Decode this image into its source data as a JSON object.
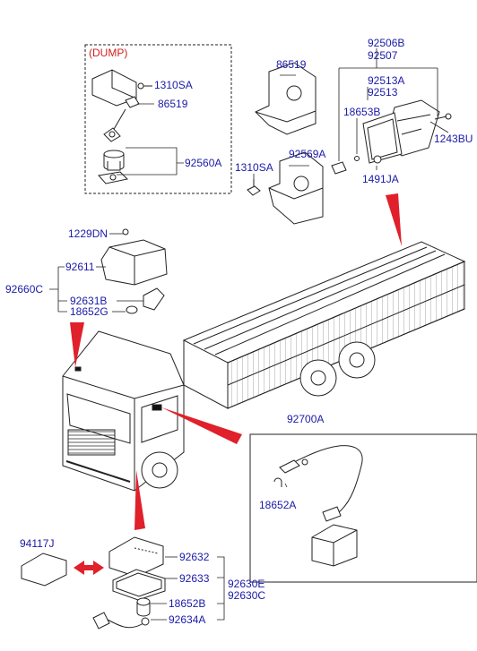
{
  "dump_label": "(DUMP)",
  "callouts": {
    "c1310sa_top": "1310SA",
    "c86519_left": "86519",
    "c92560a": "92560A",
    "c86519_mid": "86519",
    "c92569a": "92569A",
    "c1310sa_mid": "1310SA",
    "c92506b": "92506B",
    "c92507": "92507",
    "c92513a": "92513A",
    "c92513": "92513",
    "c18653b": "18653B",
    "c1243bu": "1243BU",
    "c1491ja": "1491JA",
    "c1229dn": "1229DN",
    "c92611": "92611",
    "c92660c": "92660C",
    "c92631b": "92631B",
    "c18652g": "18652G",
    "c92700a": "92700A",
    "c18652a": "18652A",
    "c94117j": "94117J",
    "c92632": "92632",
    "c92633": "92633",
    "c92630e": "92630E",
    "c92630c": "92630C",
    "c18652b": "18652B",
    "c92634a": "92634A"
  },
  "colors": {
    "callout": "#1a1aa8",
    "dump": "#d02020",
    "pointer": "#e0202a",
    "line": "#222222"
  }
}
